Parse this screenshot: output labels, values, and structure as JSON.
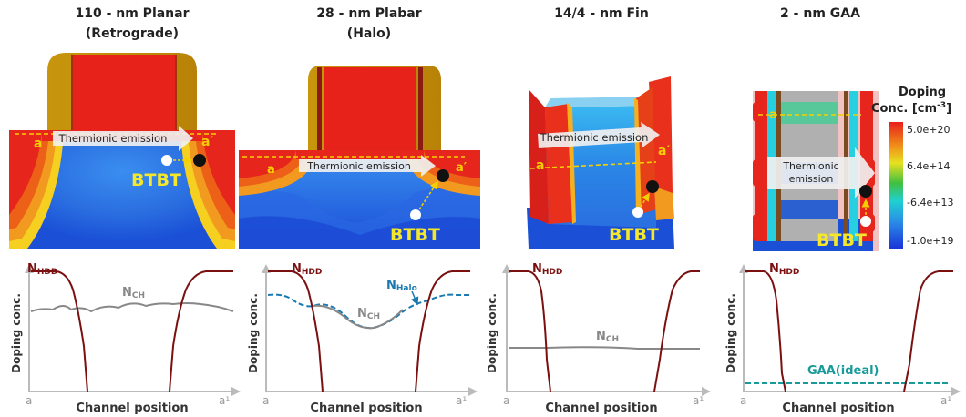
{
  "panels": [
    {
      "title_line1": "110 - nm Planar",
      "title_line2": "(Retrograde)",
      "arrow_label": "Thermionic emission",
      "btbt_label": "BTBT",
      "a_label": "a",
      "a_prime_label": "a′",
      "plot": {
        "ylabel": "Doping conc.",
        "xlabel": "Channel position",
        "x_start": "a",
        "x_end": "a¹",
        "labels": [
          {
            "main": "N",
            "sub": "HDD"
          },
          {
            "main": "N",
            "sub": "CH"
          }
        ]
      }
    },
    {
      "title_line1": "28 - nm Plabar",
      "title_line2": "(Halo)",
      "arrow_label": "Thermionic emission",
      "btbt_label": "BTBT",
      "a_label": "a",
      "a_prime_label": "a′",
      "plot": {
        "ylabel": "Doping conc.",
        "xlabel": "Channel position",
        "x_start": "a",
        "x_end": "a¹",
        "labels": [
          {
            "main": "N",
            "sub": "HDD"
          },
          {
            "main": "N",
            "sub": "Halo"
          },
          {
            "main": "N",
            "sub": "CH"
          }
        ]
      }
    },
    {
      "title_line1": "14/4 - nm Fin",
      "title_line2": "",
      "arrow_label": "Thermionic emission",
      "btbt_label": "BTBT",
      "a_label": "a",
      "a_prime_label": "a′",
      "plot": {
        "ylabel": "Doping conc.",
        "xlabel": "Channel position",
        "x_start": "a",
        "x_end": "a¹",
        "labels": [
          {
            "main": "N",
            "sub": "HDD"
          },
          {
            "main": "N",
            "sub": "CH"
          }
        ]
      }
    },
    {
      "title_line1": "2 - nm GAA",
      "title_line2": "",
      "arrow_label_1": "Thermionic",
      "arrow_label_2": "emission",
      "btbt_label": "BTBT",
      "a_label": "a",
      "plot": {
        "ylabel": "Doping conc.",
        "xlabel": "Channel position",
        "x_start": "a",
        "x_end": "a¹",
        "labels": [
          {
            "main": "N",
            "sub": "HDD"
          }
        ],
        "gaa_label": "GAA(ideal)"
      }
    }
  ],
  "colorbar": {
    "title_line1": "Doping",
    "title_line2": "Conc. [cm",
    "title_sup": "-3",
    "title_end": "]",
    "ticks": [
      "5.0e+20",
      "6.4e+14",
      "-6.4e+13",
      "-1.0e+19"
    ]
  },
  "colors": {
    "hdd": "#7a1010",
    "ch": "#888888",
    "halo": "#1a7ab0",
    "gaa": "#1a9a9a",
    "title_text": "#222222",
    "btbt_text": "#f5e82a",
    "cutline": "#f5d000",
    "n_doping_red": "#e6261c",
    "p_doping_blue": "#1a4fd6"
  }
}
